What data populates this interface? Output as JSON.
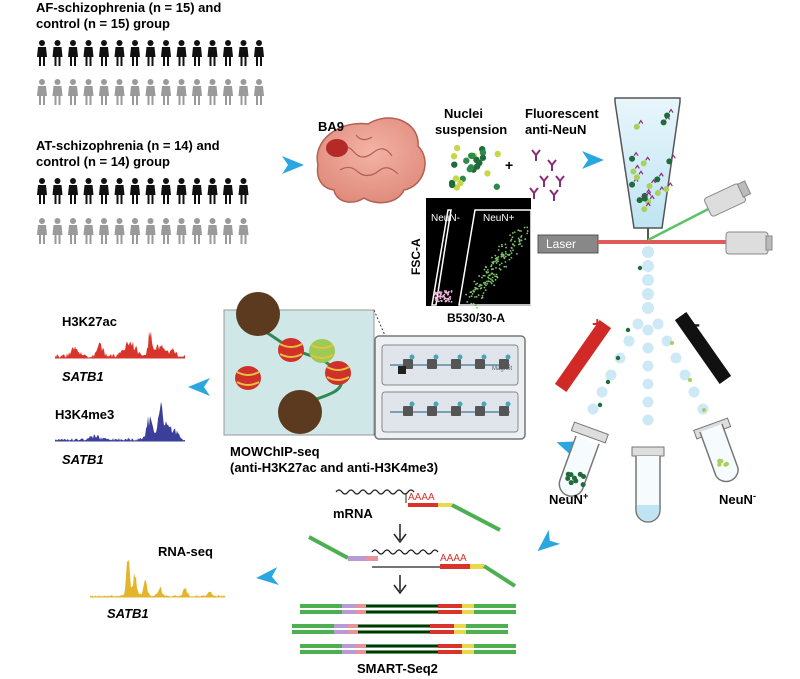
{
  "groups": {
    "af_line1": "AF-schizophrenia (n = 15) and",
    "af_line2": "control (n = 15) group",
    "at_line1": "AT-schizophrenia (n = 14) and",
    "at_line2": "control (n = 14) group",
    "af_count": 15,
    "at_count": 14
  },
  "brain": {
    "label": "BA9"
  },
  "reagents": {
    "nuclei_line1": "Nuclei",
    "nuclei_line2": "suspension",
    "antibody_line1": "Fluorescent",
    "antibody_line2": "anti-NeuN",
    "plus_sign": "+"
  },
  "facs_plot": {
    "neg_gate": "NeuN-",
    "pos_gate": "NeuN+",
    "ylabel": "FSC-A",
    "xlabel": "B530/30-A"
  },
  "sorter": {
    "laser_label": "Laser",
    "plus": "+",
    "minus": "-",
    "neun_pos_base": "NeuN",
    "neun_pos_sup": "+",
    "neun_neg_base": "NeuN",
    "neun_neg_sup": "-"
  },
  "mowchip": {
    "line1": "MOWChIP-seq",
    "line2": "(anti-H3K27ac and anti-H3K4me3)",
    "chip_label": "Magnet"
  },
  "tracks": {
    "h3k27ac": "H3K27ac",
    "h3k4me3": "H3K4me3",
    "rnaseq": "RNA-seq",
    "gene": "SATB1"
  },
  "smartseq": {
    "mrna": "mRNA",
    "polya": "AAAA",
    "method": "SMART-Seq2"
  },
  "colors": {
    "arrow": "#2aa7e0",
    "h3k27ac": "#d9342b",
    "h3k4me3": "#3b3f9a",
    "rnaseq": "#e3b52a",
    "green_seq": "#4caf50",
    "red_seq": "#d9342b",
    "yellow_seq": "#e8d84a"
  }
}
